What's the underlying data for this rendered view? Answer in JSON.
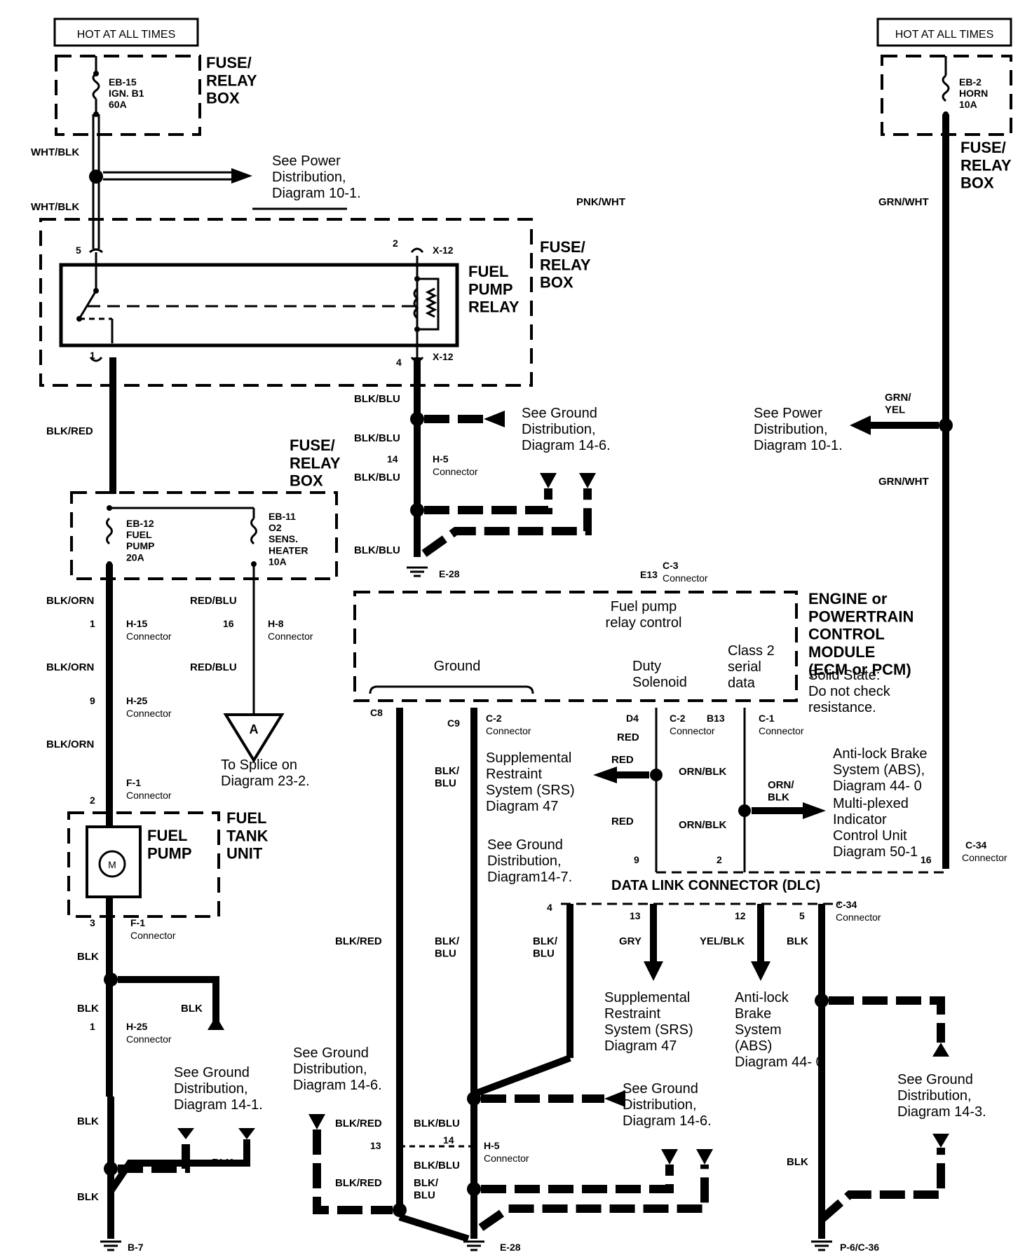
{
  "hot_labels": {
    "left": "HOT AT ALL TIMES",
    "right": "HOT AT ALL TIMES"
  },
  "fuse_box_label": "FUSE/\nRELAY\nBOX",
  "fuses": {
    "eb15": "EB-15\nIGN. B1\n60A",
    "eb2": "EB-2\nHORN\n10A",
    "eb12": "EB-12\nFUEL\nPUMP\n20A",
    "eb11": "EB-11\nO2\nSENS.\nHEATER\n10A"
  },
  "relay": {
    "name": "FUEL\nPUMP\nRELAY",
    "pins": [
      "5",
      "2",
      "1",
      "4"
    ],
    "connector": "X-12"
  },
  "wire_colors": {
    "wht_blk": "WHT/BLK",
    "pnk_wht": "PNK/WHT",
    "grn_wht": "GRN/WHT",
    "grn_yel": "GRN/\nYEL",
    "blk_red": "BLK/RED",
    "blk_blu": "BLK/BLU",
    "blk_orn": "BLK/ORN",
    "red_blu": "RED/BLU",
    "blk": "BLK",
    "red": "RED",
    "orn_blk": "ORN/BLK",
    "orn_blk_split": "ORN/\nBLK",
    "blk_blu_split": "BLK/\nBLU",
    "gry": "GRY",
    "yel_blk": "YEL/BLK"
  },
  "connectors": {
    "h5": "H-5",
    "h15": "H-15",
    "h8": "H-8",
    "h25": "H-25",
    "f1": "F-1",
    "c3": "C-3",
    "c2": "C-2",
    "c1": "C-1",
    "c34": "C-34",
    "connector_word": "Connector"
  },
  "pins": {
    "h5_left": "14",
    "h15": "1",
    "h8": "16",
    "h25_top": "9",
    "f1_top": "2",
    "f1_bot": "3",
    "h25_bot": "1",
    "e13": "E13",
    "c8": "C8",
    "c9": "C9",
    "d4": "D4",
    "b13": "B13",
    "dlc_9": "9",
    "dlc_2": "2",
    "dlc_16": "16",
    "dlc_4": "4",
    "dlc_13": "13",
    "dlc_12": "12",
    "dlc_5": "5",
    "h5b_13": "13",
    "h5b_14": "14"
  },
  "references": {
    "power_dist_1": "See Power\nDistribution,\nDiagram 10-1.",
    "power_dist_2": "See Power\nDistribution,\nDiagram 10-1.",
    "ground_14_6_top": "See Ground\nDistribution,\nDiagram 14-6.",
    "ground_14_7": "See Ground\nDistribution,\nDiagram14-7.",
    "ground_14_1": "See Ground\nDistribution,\nDiagram 14-1.",
    "ground_14_6_mid": "See Ground\nDistribution,\nDiagram 14-6.",
    "ground_14_6_right": "See Ground\nDistribution,\nDiagram 14-6.",
    "ground_14_3": "See Ground\nDistribution,\nDiagram 14-3.",
    "splice": "To Splice on\nDiagram 23-2."
  },
  "splice_letter": "A",
  "fuel_tank": {
    "pump": "FUEL\nPUMP",
    "unit": "FUEL\nTANK\nUNIT",
    "motor": "M"
  },
  "ecm": {
    "title": "ENGINE or\nPOWERTRAIN\nCONTROL\nMODULE\n(ECM or PCM)",
    "note": "Solid State:\nDo not check\nresistance.",
    "relay_control": "Fuel pump\nrelay control",
    "ground": "Ground",
    "duty": "Duty\nSolenoid",
    "class2": "Class 2\nserial\ndata"
  },
  "systems": {
    "srs_top": "Supplemental\nRestraint\nSystem (SRS)\nDiagram 47",
    "abs_top": "Anti-lock Brake\nSystem (ABS),\nDiagram 44- 0",
    "mpx": "Multi-plexed\nIndicator\nControl Unit\nDiagram 50-1",
    "srs_bottom": "Supplemental\nRestraint\nSystem (SRS)\nDiagram 47",
    "abs_bottom": "Anti-lock\nBrake\nSystem\n(ABS)\nDiagram 44- 0"
  },
  "dlc_title": "DATA LINK CONNECTOR (DLC)",
  "grounds": {
    "e28_top": "E-28",
    "b7": "B-7",
    "e28_bottom": "E-28",
    "p6": "P-6/C-36"
  }
}
